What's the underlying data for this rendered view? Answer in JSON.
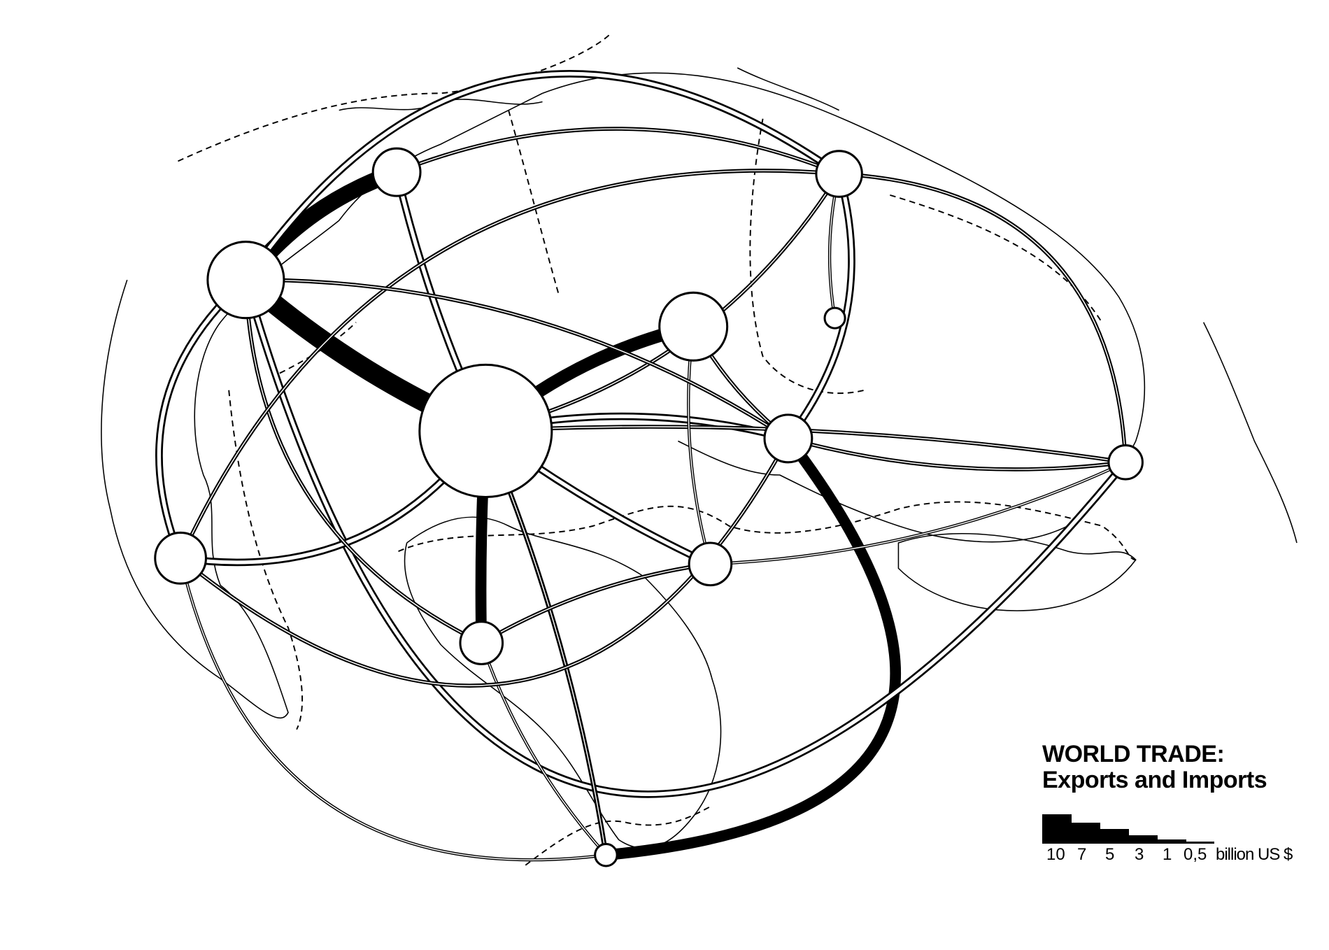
{
  "legend": {
    "title": "WORLD TRADE:",
    "subtitle": "Exports and Imports",
    "scale_values": [
      "10",
      "7",
      "5",
      "3",
      "1",
      "0,5"
    ],
    "unit": "billion US $"
  },
  "colors": {
    "ink": "#000000",
    "paper": "#ffffff"
  },
  "nodes": [
    {
      "id": "north-america",
      "r": 45
    },
    {
      "id": "canada",
      "r": 28
    },
    {
      "id": "europe",
      "r": 78
    },
    {
      "id": "eastern-europe",
      "r": 40
    },
    {
      "id": "japan",
      "r": 27
    },
    {
      "id": "east-asia-small",
      "r": 12
    },
    {
      "id": "middle-east",
      "r": 28
    },
    {
      "id": "australia",
      "r": 20
    },
    {
      "id": "latin-america",
      "r": 30
    },
    {
      "id": "east-africa",
      "r": 25
    },
    {
      "id": "west-africa",
      "r": 25
    },
    {
      "id": "southern-africa",
      "r": 13
    }
  ],
  "flows": [
    {
      "from": "north-america",
      "to": "europe",
      "value": 10
    },
    {
      "from": "canada",
      "to": "north-america",
      "value": 8
    },
    {
      "from": "eastern-europe",
      "to": "europe",
      "value": 6
    },
    {
      "from": "europe",
      "to": "west-africa",
      "value": 5
    },
    {
      "from": "middle-east",
      "to": "southern-africa",
      "value": 5
    },
    {
      "from": "north-america",
      "to": "japan",
      "value": 3
    },
    {
      "from": "north-america",
      "to": "latin-america",
      "value": 3
    },
    {
      "from": "north-america",
      "to": "australia",
      "value": 3
    },
    {
      "from": "latin-america",
      "to": "europe",
      "value": 3
    },
    {
      "from": "europe",
      "to": "middle-east",
      "value": 3
    },
    {
      "from": "europe",
      "to": "east-africa",
      "value": 3
    },
    {
      "from": "japan",
      "to": "middle-east",
      "value": 3
    },
    {
      "from": "canada",
      "to": "europe",
      "value": 3
    },
    {
      "from": "canada",
      "to": "japan",
      "value": 1
    },
    {
      "from": "europe",
      "to": "australia",
      "value": 1
    },
    {
      "from": "europe",
      "to": "southern-africa",
      "value": 1.5
    },
    {
      "from": "japan",
      "to": "europe",
      "value": 1
    },
    {
      "from": "eastern-europe",
      "to": "middle-east",
      "value": 1
    },
    {
      "from": "middle-east",
      "to": "australia",
      "value": 1
    },
    {
      "from": "east-africa",
      "to": "west-africa",
      "value": 1
    },
    {
      "from": "north-america",
      "to": "west-africa",
      "value": 1
    },
    {
      "from": "latin-america",
      "to": "japan",
      "value": 1
    },
    {
      "from": "japan",
      "to": "australia",
      "value": 1
    },
    {
      "from": "japan",
      "to": "east-asia-small",
      "value": 0.5
    },
    {
      "from": "eastern-europe",
      "to": "east-africa",
      "value": 0.5
    },
    {
      "from": "west-africa",
      "to": "southern-africa",
      "value": 0.5
    },
    {
      "from": "southern-africa",
      "to": "latin-america",
      "value": 0.5
    },
    {
      "from": "east-africa",
      "to": "australia",
      "value": 0.5
    },
    {
      "from": "north-america",
      "to": "middle-east",
      "value": 1
    },
    {
      "from": "latin-america",
      "to": "middle-east",
      "value": 1
    }
  ]
}
